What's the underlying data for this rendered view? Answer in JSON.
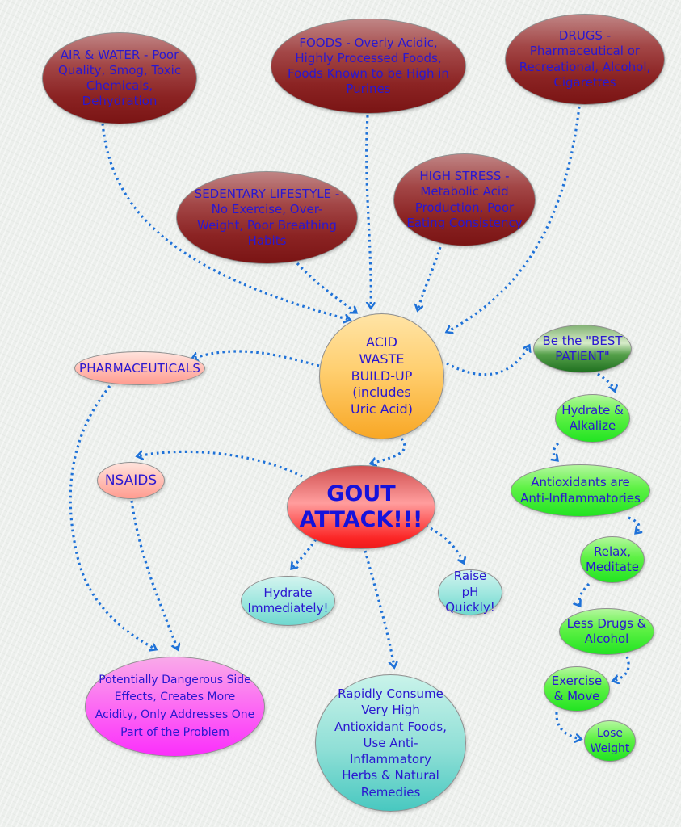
{
  "diagram": {
    "title": "Gout attack cause-and-remedy concept map",
    "colors": {
      "cause_maroon": "#8b2323",
      "hub_orange": "#f8a725",
      "attack_red": "#fb2525",
      "remedy_green": "#22e422",
      "patient_dark_green": "#1f701f",
      "drug_pink": "#ff9c90",
      "warning_magenta": "#fb2ffb",
      "action_cyan": "#6fd8cf",
      "arrow_blue": "#1f72d8",
      "text_blue": "#2a17d0"
    },
    "nodes": {
      "air_water": {
        "label": "AIR & WATER - Poor\nQuality, Smog, Toxic\nChemicals,\nDehydration"
      },
      "foods": {
        "label": "FOODS - Overly Acidic,\nHighly Processed Foods,\nFoods Known to be High in\nPurines"
      },
      "drugs": {
        "label": "DRUGS -\nPharmaceutical or\nRecreational, Alcohol,\nCigarettes"
      },
      "sedentary": {
        "label": "SEDENTARY LIFESTYLE -\nNo Exercise, Over-\nWeight, Poor Breathing\nHabits"
      },
      "high_stress": {
        "label": "HIGH STRESS -\nMetabolic Acid\nProduction, Poor\nEating Consistency"
      },
      "acid_waste": {
        "label": "ACID\nWASTE\nBUILD-UP\n(includes\nUric Acid)"
      },
      "best_patient": {
        "label": "Be the \"BEST\nPATIENT\""
      },
      "hydrate_alkalize": {
        "label": "Hydrate &\nAlkalize"
      },
      "antioxidants": {
        "label": "Antioxidants are\nAnti-Inflammatories"
      },
      "relax_meditate": {
        "label": "Relax,\nMeditate"
      },
      "less_drugs": {
        "label": "Less Drugs &\nAlcohol"
      },
      "exercise_move": {
        "label": "Exercise\n& Move"
      },
      "lose_weight": {
        "label": "Lose\nWeight"
      },
      "pharmaceuticals": {
        "label": "PHARMACEUTICALS"
      },
      "nsaids": {
        "label": "NSAIDS"
      },
      "gout_attack": {
        "label": "GOUT\nATTACK!!!"
      },
      "hydrate_immediately": {
        "label": "Hydrate\nImmediately!"
      },
      "raise_ph": {
        "label": "Raise pH\nQuickly!"
      },
      "side_effects": {
        "label": "Potentially Dangerous Side\nEffects, Creates More\nAcidity, Only Addresses One\nPart of the Problem"
      },
      "rapidly_consume": {
        "label": "Rapidly Consume\nVery High\nAntioxidant Foods,\nUse Anti-\nInflammatory\nHerbs & Natural\nRemedies"
      }
    },
    "edges": [
      {
        "from": "air-water",
        "to": "acid-waste"
      },
      {
        "from": "foods",
        "to": "acid-waste"
      },
      {
        "from": "drugs",
        "to": "acid-waste"
      },
      {
        "from": "sedentary-lifestyle",
        "to": "acid-waste"
      },
      {
        "from": "high-stress",
        "to": "acid-waste"
      },
      {
        "from": "acid-waste",
        "to": "pharmaceuticals"
      },
      {
        "from": "acid-waste",
        "to": "best-patient"
      },
      {
        "from": "acid-waste",
        "to": "gout-attack"
      },
      {
        "from": "gout-attack",
        "to": "nsaids"
      },
      {
        "from": "pharmaceuticals",
        "to": "side-effects"
      },
      {
        "from": "nsaids",
        "to": "side-effects"
      },
      {
        "from": "gout-attack",
        "to": "hydrate-immediately"
      },
      {
        "from": "gout-attack",
        "to": "raise-ph"
      },
      {
        "from": "gout-attack",
        "to": "rapidly-consume"
      },
      {
        "from": "best-patient",
        "to": "hydrate-alkalize"
      },
      {
        "from": "hydrate-alkalize",
        "to": "antioxidants"
      },
      {
        "from": "antioxidants",
        "to": "relax-meditate"
      },
      {
        "from": "relax-meditate",
        "to": "less-drugs-alcohol"
      },
      {
        "from": "less-drugs-alcohol",
        "to": "exercise-move"
      },
      {
        "from": "exercise-move",
        "to": "lose-weight"
      }
    ]
  }
}
